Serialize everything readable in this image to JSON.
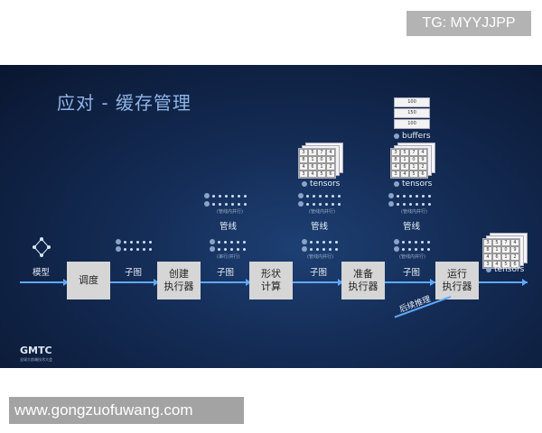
{
  "watermark_top": "TG: MYYJJPP",
  "watermark_bottom": "www.gongzuofuwang.com",
  "slide": {
    "title": "应对 - 缓存管理",
    "model_label": "模型",
    "edge_labels": [
      "子图",
      "子图",
      "子图",
      "子图"
    ],
    "pipeline_labels": [
      "管线",
      "管线",
      "管线"
    ],
    "boxes": [
      "调度",
      "创建\n执行器",
      "形状\n计算",
      "准备\n执行器",
      "运行\n执行器"
    ],
    "tensors_labels": [
      "tensors",
      "tensors",
      "tensors"
    ],
    "buffers_label": "buffers",
    "buffer_values": [
      "100",
      "150",
      "100"
    ],
    "grid_values": [
      "3",
      "5",
      "7",
      "4",
      "8",
      "1",
      "0",
      "9",
      "4",
      "6",
      "1",
      "2",
      "3",
      "4",
      "5",
      "6"
    ],
    "mini_note": "(串行/并行)",
    "mini_note2": "(管线内并行)",
    "followup_label": "后续推理",
    "logo": "GMTC",
    "logo_sub": "全球大前端技术大会"
  }
}
